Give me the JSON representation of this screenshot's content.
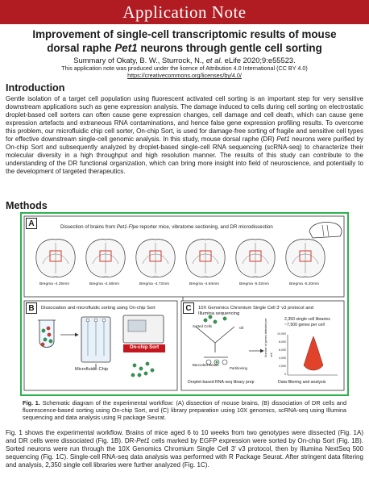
{
  "banner": "Application Note",
  "title": {
    "line1": "Improvement of single-cell transcriptomic results of mouse",
    "line2_pre": "dorsal raphe ",
    "line2_gene": "Pet1",
    "line2_post": " neurons through gentle cell sorting"
  },
  "summary": {
    "pre": "Summary of Okaty, B. W., Sturrock, N., ",
    "etal": "et al.",
    "post": " eLife 2020;9:e55523."
  },
  "licence": "This application note was produced under the licence of Attribution 4.0 International (CC BY 4.0)",
  "licence_link": "https://creativecommons.org/licenses/by/4.0/",
  "intro": {
    "heading": "Introduction",
    "part1": "Gentle isolation of a target cell population using fluorescent activated cell sorting is an important step for very sensitive downstream applications such as gene expression analysis. The damage induced to cells during cell sorting on electrostatic droplet-based cell sorters can often cause gene expression changes, cell damage and cell death, which can cause gene expression artefacts and extraneous RNA contaminations, and hence false gene expression profiling results. To overcome this problem, our microfluidic chip cell sorter, On-chip Sort, is used for damage-free sorting of fragile and sensitive cell types for effective downstream single-cell genomic analysis. In this study, mouse dorsal raphe (DR) ",
    "gene": "Pet1",
    "part2": " neurons were purified by On-chip Sort and subsequently analyzed by droplet-based single-cell RNA sequencing (scRNA-seq) to characterize their molecular diversity in a high throughput and high resolution manner. The results of this study can contribute to the understanding of the DR functional organization, which can bring more insight into field of neuroscience, and potentially to the development of targeted therapeutics."
  },
  "methods": {
    "heading": "Methods"
  },
  "figure": {
    "panel_a": {
      "label": "A",
      "title_pre": "Dissection of brains from ",
      "title_gene": "Pet1-Flpe",
      "title_post": " reporter mice, vibratome sectioning, and DR microdissection",
      "sections": [
        "Bregma -4.25mm",
        "Bregma -4.48mm",
        "Bregma -4.72mm",
        "Bregma -4.84mm",
        "Bregma -5.02mm",
        "Bregma -5.20mm"
      ]
    },
    "panel_b": {
      "label": "B",
      "title": "Dissociation and microfluidic sorting using On-chip Sort",
      "chip_label": "Microfluidic Chip",
      "brand": "On-chip Sort"
    },
    "panel_c": {
      "label": "C",
      "title_line1": "10X Genomics Chromium Single Cell 3' v3 protocol and",
      "title_line2": "Illumina sequencing",
      "stat1": "2,350 single cell libraries",
      "stat2": "~7,500 genes per cell",
      "lbl_sorted": "Sorted Cells",
      "lbl_barcoded": "Barcoded Beads",
      "lbl_oil": "Oil",
      "lbl_partitioning": "Partitioning",
      "ylabel": "Number of genes detected per cell",
      "yticks": [
        "10,000",
        "8,000",
        "6,000",
        "4,000",
        "2,000",
        "0"
      ],
      "foot_left": "Droplet-based RNA-seq library prep",
      "foot_right": "Data filtering and analysis"
    },
    "caption": {
      "label": "Fig. 1.",
      "text": " Schematic diagram of the experimental workflow: (A) dissection of mouse brains, (B) dissociation of DR cells and fluorescence-based sorting using On-chip Sort, and (C) library preparation using 10X genomics, scRNA-seq using Illumina sequencing and data analysis using R package Seurat."
    }
  },
  "methods_text": {
    "part1": "Fig. 1 shows the experimental workflow. Brains of mice aged 6 to 10 weeks from two genotypes were dissected (Fig. 1A) and DR cells were dissociated (Fig. 1B). DR-",
    "gene": "Pet1",
    "part2": " cells marked by EGFP expression were sorted by On-chip Sort (Fig. 1B). Sorted neurons were run through the 10X Genomics Chromium Single Cell 3' v3 protocol, then by Illumina NextSeq 500 sequencing (Fig. 1C). Single-cell RNA-seq data analysis was performed with R Package Seurat. After stringent data filtering and analysis, 2,350 single cell libraries were further analyzed (Fig. 1C)."
  },
  "colors": {
    "banner": "#b01c22",
    "frame": "#2bb24c",
    "brand": "#c4161c",
    "cell_green": "#2a9d4a",
    "cell_red": "#d33a2c"
  }
}
